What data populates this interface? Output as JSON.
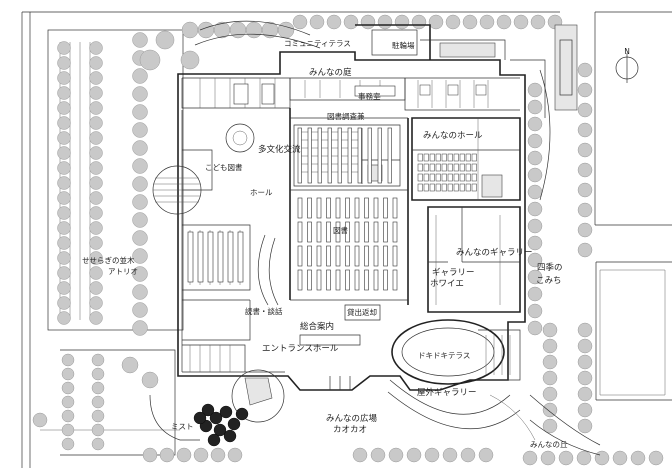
{
  "labels": {
    "community_terrace": "コミュニティテラス",
    "bicycle_parking": "駐輪場",
    "minna_garden": "みんなの庭",
    "office": "事務室",
    "reference_desk": "図書調査兼",
    "minna_hall": "みんなのホール",
    "multicultural": "多文化交流",
    "children_library": "こども図書",
    "seseragi_atrium": "せせらぎの並木",
    "atrium": "アトリオ",
    "library_hall": "ホール",
    "minna_gallery": "みんなのギャラリー",
    "gallery_foyer_1": "ギャラリー",
    "gallery_foyer_2": "ホワイエ",
    "shiki_1": "四季の",
    "shiki_2": "こみち",
    "books": "図書",
    "reading": "読書・談話",
    "info_desk": "総合案内",
    "lending": "貸出返却",
    "entrance_hall": "エントランスホール",
    "dokidoki_terrace": "ドキドキテラス",
    "outdoor_gallery": "屋外ギャラリー",
    "minna_plaza": "みんなの広場",
    "kakao": "カオカオ",
    "mist": "ミスト",
    "minna_hill": "みんなの丘",
    "north": "N"
  }
}
